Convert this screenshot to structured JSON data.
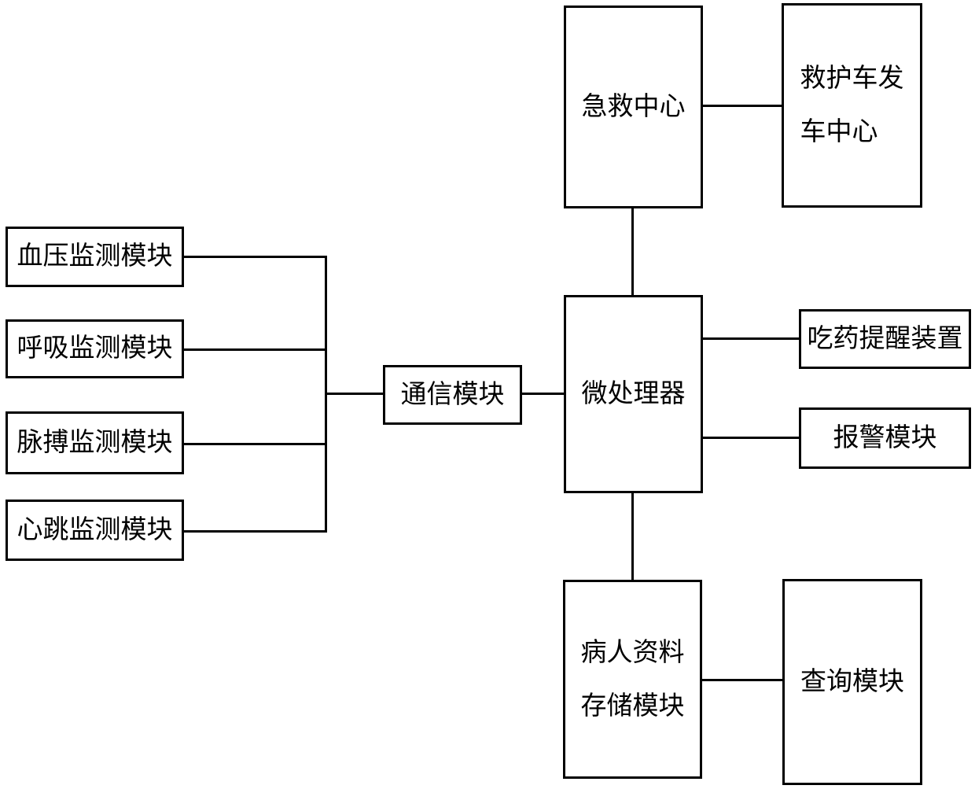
{
  "diagram": {
    "title_hint": "patient-monitoring-system-block-diagram",
    "colors": {
      "line": "#000000",
      "background": "#ffffff",
      "text": "#000000"
    },
    "nodes": {
      "blood_pressure": {
        "label": "血压监测模块"
      },
      "respiration": {
        "label": "呼吸监测模块"
      },
      "pulse": {
        "label": "脉搏监测模块"
      },
      "heartbeat": {
        "label": "心跳监测模块"
      },
      "communication": {
        "label": "通信模块"
      },
      "microprocessor": {
        "label": "微处理器"
      },
      "emergency_center": {
        "label": "急救中心"
      },
      "ambulance_dispatch": {
        "label": "救护车发车中心",
        "line1": "救护车发",
        "line2": "车中心"
      },
      "medicine_reminder": {
        "label": "吃药提醒装置"
      },
      "alarm": {
        "label": "报警模块"
      },
      "patient_storage": {
        "label": "病人资料存储模块",
        "line1": "病人资料",
        "line2": "存储模块"
      },
      "query": {
        "label": "查询模块"
      }
    },
    "edges": [
      {
        "from": "血压监测模块",
        "to": "通信模块"
      },
      {
        "from": "呼吸监测模块",
        "to": "通信模块"
      },
      {
        "from": "脉搏监测模块",
        "to": "通信模块"
      },
      {
        "from": "心跳监测模块",
        "to": "通信模块"
      },
      {
        "from": "通信模块",
        "to": "微处理器"
      },
      {
        "from": "微处理器",
        "to": "急救中心"
      },
      {
        "from": "急救中心",
        "to": "救护车发车中心"
      },
      {
        "from": "微处理器",
        "to": "吃药提醒装置"
      },
      {
        "from": "微处理器",
        "to": "报警模块"
      },
      {
        "from": "微处理器",
        "to": "病人资料存储模块"
      },
      {
        "from": "病人资料存储模块",
        "to": "查询模块"
      }
    ]
  }
}
